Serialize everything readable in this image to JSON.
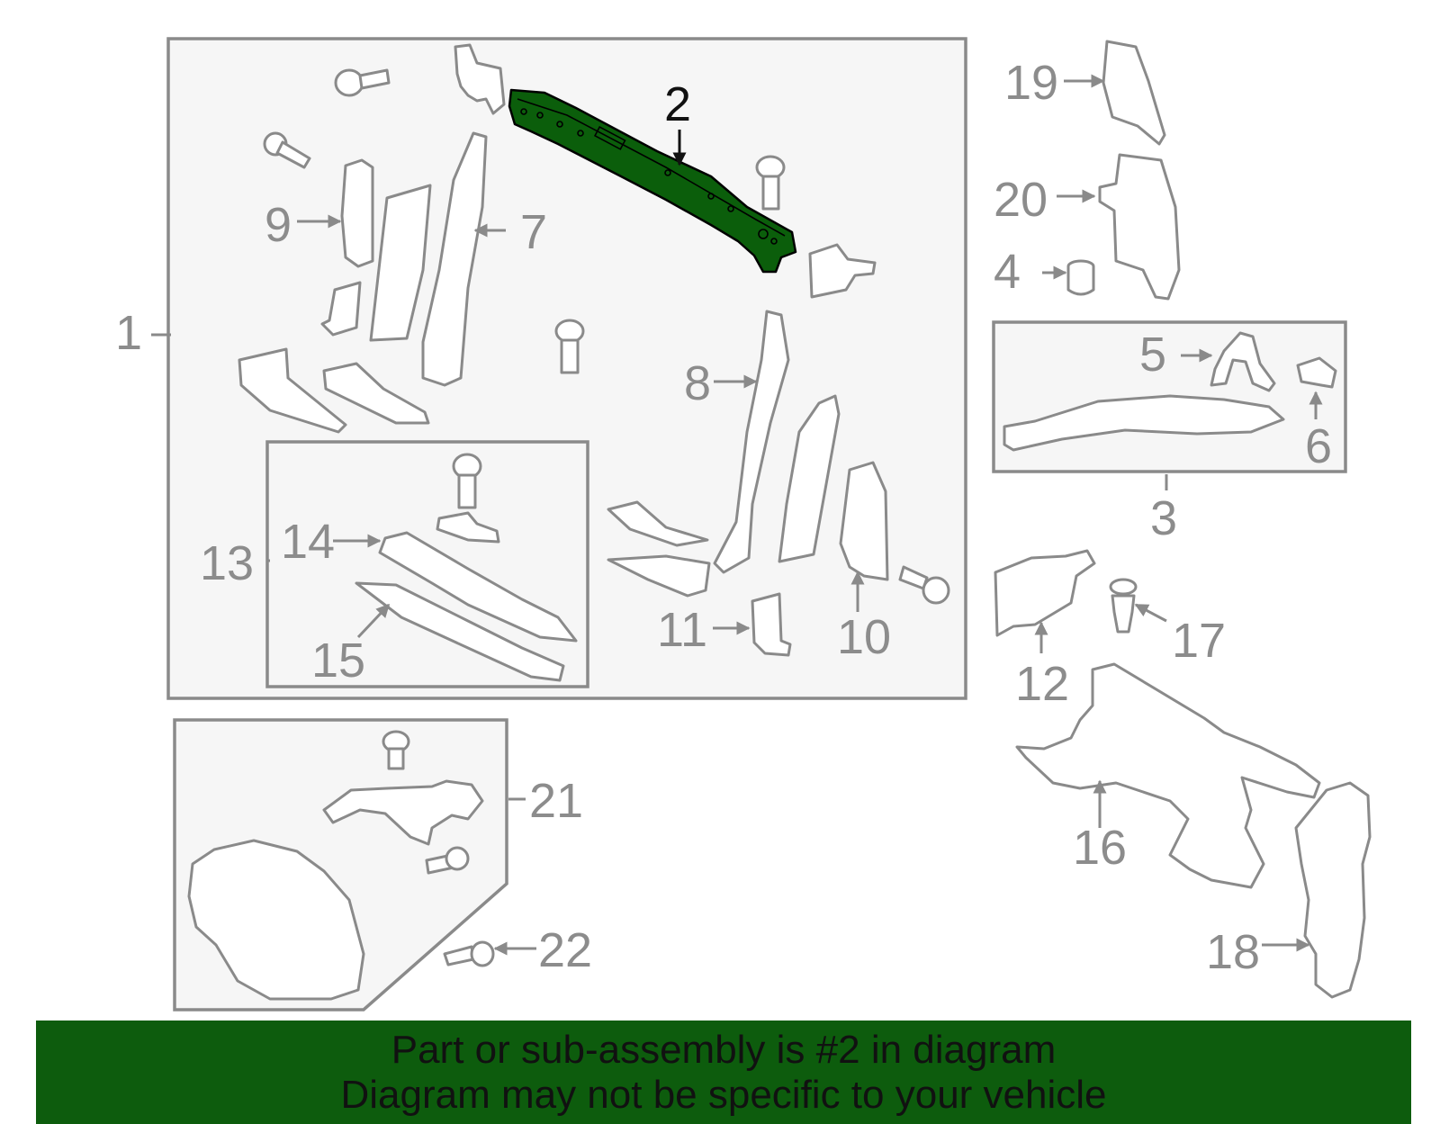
{
  "callouts": {
    "n1": "1",
    "n2": "2",
    "n3": "3",
    "n4": "4",
    "n5": "5",
    "n6": "6",
    "n7": "7",
    "n8": "8",
    "n9": "9",
    "n10": "10",
    "n11": "11",
    "n12": "12",
    "n13": "13",
    "n14": "14",
    "n15": "15",
    "n16": "16",
    "n17": "17",
    "n18": "18",
    "n19": "19",
    "n20": "20",
    "n21": "21",
    "n22": "22"
  },
  "highlighted_part": "2",
  "colors": {
    "highlight": "#0b5e0b",
    "banner": "#0d5c0d",
    "line_gray": "#8a8a8a"
  },
  "banner": {
    "line1": "Part or sub-assembly is #2 in diagram",
    "line2": "Diagram may not be specific to your vehicle"
  }
}
